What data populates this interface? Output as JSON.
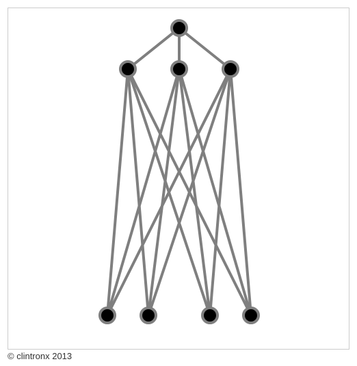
{
  "credit": "© clintronx 2013",
  "colors": {
    "edge": "#7f7f7f",
    "node_fill": "#000000",
    "node_stroke": "#7f7f7f",
    "frame_border": "#cccccc"
  },
  "graph": {
    "nodes": [
      {
        "id": "root",
        "layer": 0
      },
      {
        "id": "m1",
        "layer": 1
      },
      {
        "id": "m2",
        "layer": 1
      },
      {
        "id": "m3",
        "layer": 1
      },
      {
        "id": "b1",
        "layer": 2
      },
      {
        "id": "b2",
        "layer": 2
      },
      {
        "id": "b3",
        "layer": 2
      },
      {
        "id": "b4",
        "layer": 2
      }
    ],
    "edges": [
      [
        "root",
        "m1"
      ],
      [
        "root",
        "m2"
      ],
      [
        "root",
        "m3"
      ],
      [
        "m1",
        "b1"
      ],
      [
        "m1",
        "b2"
      ],
      [
        "m1",
        "b3"
      ],
      [
        "m1",
        "b4"
      ],
      [
        "m2",
        "b1"
      ],
      [
        "m2",
        "b2"
      ],
      [
        "m2",
        "b3"
      ],
      [
        "m2",
        "b4"
      ],
      [
        "m3",
        "b1"
      ],
      [
        "m3",
        "b2"
      ],
      [
        "m3",
        "b3"
      ],
      [
        "m3",
        "b4"
      ]
    ]
  }
}
